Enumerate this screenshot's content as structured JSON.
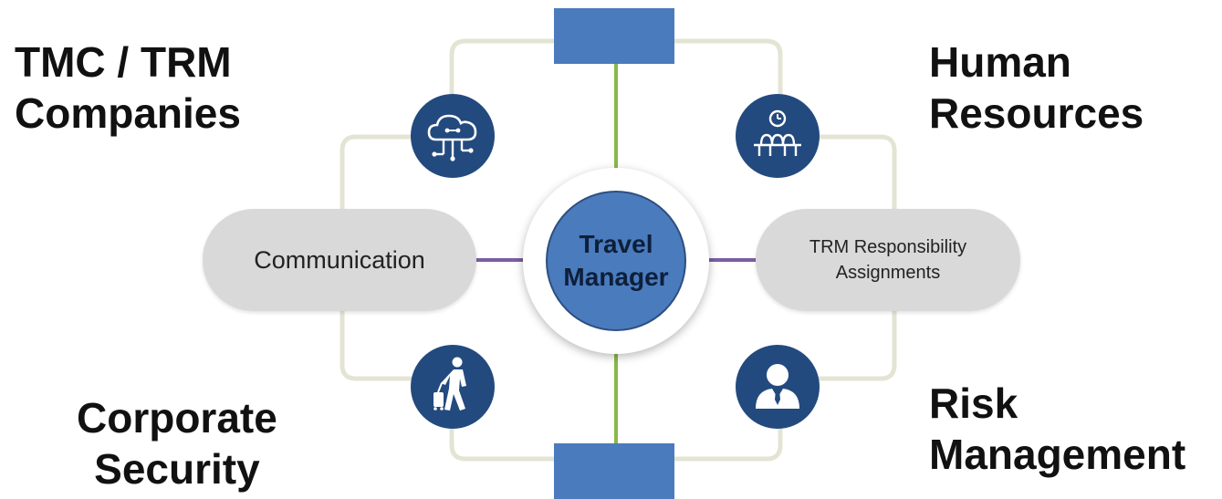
{
  "corners": {
    "top_left": "TMC / TRM\nCompanies",
    "top_right": "Human\nResources",
    "bottom_left": "Corporate\nSecurity",
    "bottom_right": "Risk\nManagement"
  },
  "center": {
    "label": "Travel\nManager"
  },
  "pills": {
    "left": "Communication",
    "right": "TRM Responsibility\nAssignments"
  },
  "icons": [
    "cloud-network-icon",
    "meeting-clock-icon",
    "traveler-luggage-icon",
    "business-person-icon"
  ],
  "colors": {
    "box_blue": "#4a7bbd",
    "icon_circle": "#234a7e",
    "vertical_connector": "#8ab84a",
    "horizontal_connector": "#7a5fa3",
    "ring": "#e4e4d4",
    "pill": "#d9d9d9"
  }
}
